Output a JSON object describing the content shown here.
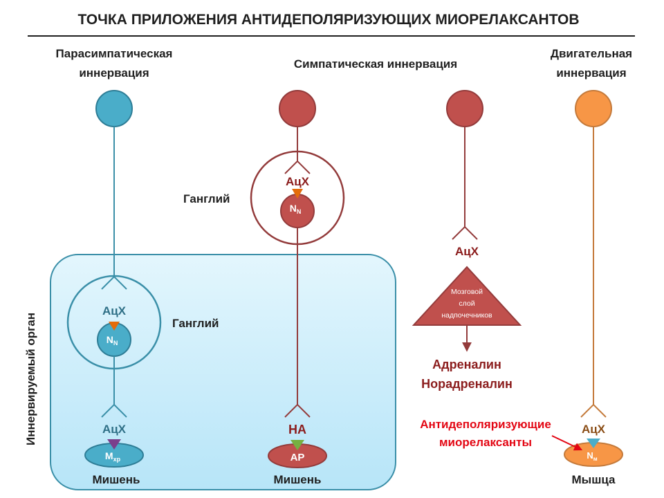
{
  "title": "ТОЧКА ПРИЛОЖЕНИЯ АНТИДЕПОЛЯРИЗУЮЩИХ МИОРЕЛАКСАНТОВ",
  "headers": {
    "parasympathetic_line1": "Парасимпатическая",
    "parasympathetic_line2": "иннервация",
    "sympathetic": "Симпатическая иннервация",
    "motor_line1": "Двигательная",
    "motor_line2": "иннервация"
  },
  "organ_label": "Иннервируемый орган",
  "ganglion_label": "Ганглий",
  "parasympathetic": {
    "ganglion_mediator": "АцХ",
    "ganglion_receptor_main": "N",
    "ganglion_receptor_sub": "N",
    "target_mediator": "АцХ",
    "target_receptor_main": "M",
    "target_receptor_sub": "хр",
    "target_label": "Мишень"
  },
  "sympathetic": {
    "ganglion_mediator": "АцХ",
    "ganglion_receptor_main": "N",
    "ganglion_receptor_sub": "N",
    "target_mediator": "НА",
    "target_receptor": "АР",
    "target_label": "Мишень"
  },
  "adrenal": {
    "mediator": "АцХ",
    "organ_line1": "Мозговой",
    "organ_line2": "слой",
    "organ_line3": "надпочечников",
    "output_line1": "Адреналин",
    "output_line2": "Норадреналин"
  },
  "motor": {
    "mediator": "АцХ",
    "receptor_main": "N",
    "receptor_sub": "м",
    "target_label": "Мышца"
  },
  "drug_label_line1": "Антидеполяризующие",
  "drug_label_line2": "миорелаксанты",
  "colors": {
    "parasympathetic": "#3a8fa8",
    "parasympathetic_fill": "#4aadc9",
    "sympathetic": "#933b3b",
    "sympathetic_fill": "#c0504d",
    "motor": "#c47a3b",
    "motor_fill": "#f79646",
    "mediator_orange": "#e46c0a",
    "mediator_green": "#76b041",
    "mediator_purple": "#7b3f8c",
    "drug_red": "#e30613",
    "organ_box": "#c8ecfa"
  }
}
